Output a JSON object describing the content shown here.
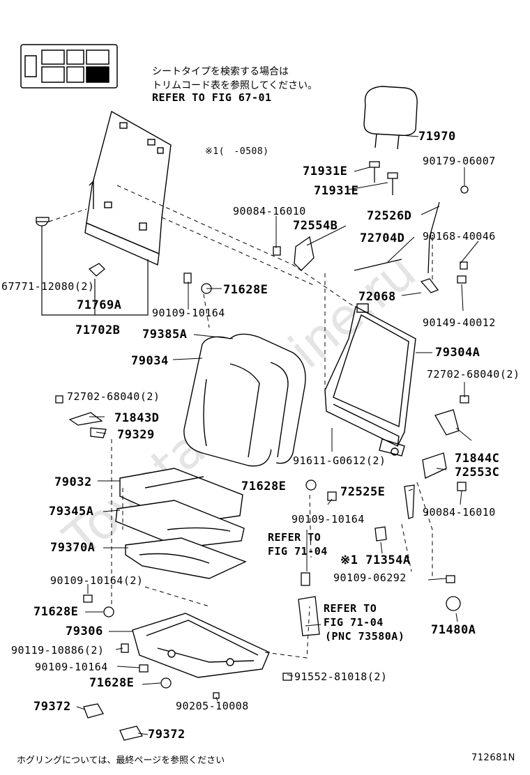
{
  "notes": {
    "jp_line1": "シートタイプを検索する場合は",
    "jp_line2": "トリムコード表を参照してください。",
    "refer_fig": "REFER TO FIG 67-01",
    "date_range": "※1(　-0508)",
    "refer_to": "REFER TO",
    "fig_71_04": "FIG 71-04",
    "pnc": "(PNC 73580A)",
    "footer_jp": "ホグリングについては、最終ページを参照ください",
    "figure_id": "712681N"
  },
  "parts": {
    "p71970": "71970",
    "p71931e": "71931E",
    "p90179": "90179-06007",
    "p72526d": "72526D",
    "p90084": "90084-16010",
    "p72554b": "72554B",
    "p72704d": "72704D",
    "p90168": "90168-40046",
    "p67771": "67771-12080(2)",
    "p71769a": "71769A",
    "p71702b": "71702B",
    "p71628e": "71628E",
    "p90109_10164": "90109-10164",
    "p90109_10164_2": "90109-10164(2)",
    "p72068": "72068",
    "p90149": "90149-40012",
    "p79385a": "79385A",
    "p79304a": "79304A",
    "p79034": "79034",
    "p72702": "72702-68040(2)",
    "p71843d": "71843D",
    "p79329": "79329",
    "p71844c": "71844C",
    "p91611": "91611-G0612(2)",
    "p72553c": "72553C",
    "p79032": "79032",
    "p72525e": "72525E",
    "p79345a": "79345A",
    "p79370a": "79370A",
    "p71354a": "※1 71354A",
    "p90109_06292": "90109-06292",
    "p79306": "79306",
    "p71480a": "71480A",
    "p90119": "90119-10886(2)",
    "p91552": "91552-81018(2)",
    "p90205": "90205-10008",
    "p79372": "79372"
  }
}
